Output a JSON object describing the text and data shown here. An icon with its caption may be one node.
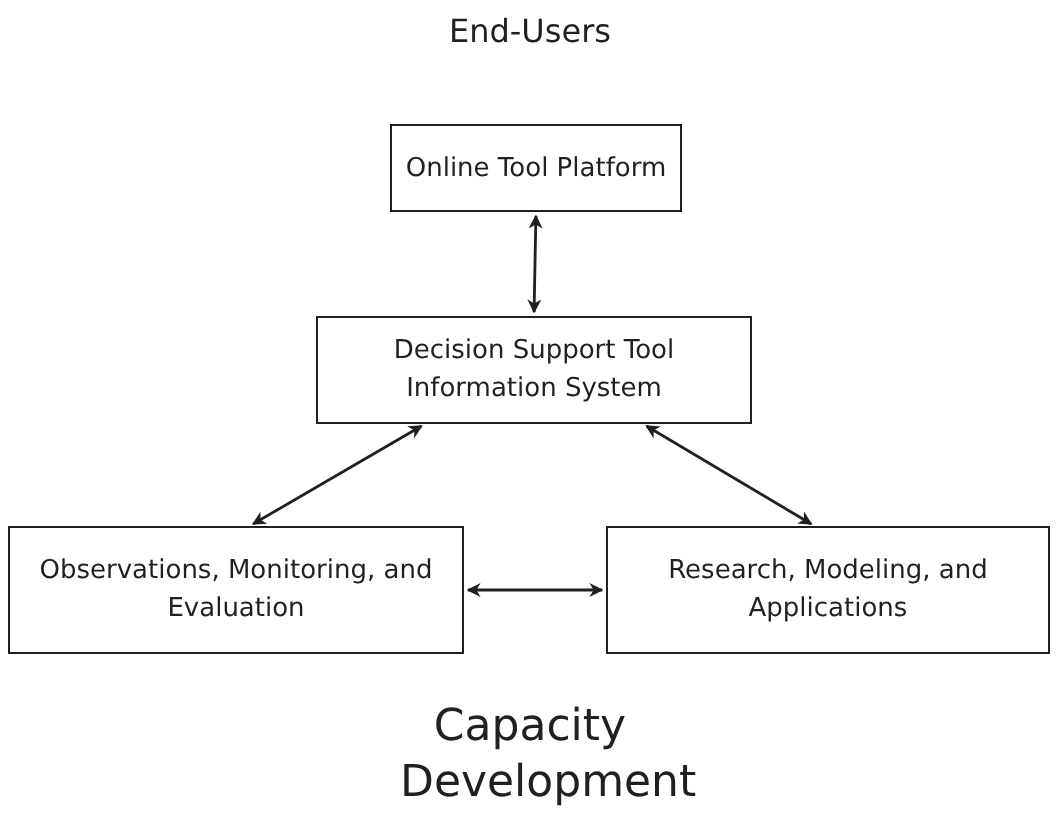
{
  "diagram": {
    "nodes": [
      {
        "text": [
          "Online Tool Platform"
        ]
      },
      {
        "text": [
          "Decision Support Tool Information System"
        ]
      },
      {
        "text": [
          "Observations, Monitoring, and Evaluation"
        ]
      },
      {
        "text": [
          "Research, Modeling, and Applications"
        ]
      }
    ],
    "edges": [
      {
        "from": 0,
        "to": 1,
        "arrow": "both"
      },
      {
        "from": 1,
        "to": 2,
        "arrow": "both"
      },
      {
        "from": 1,
        "to": 3,
        "arrow": "both"
      },
      {
        "from": 2,
        "to": 3,
        "arrow": "both"
      }
    ],
    "labels": [
      "End-Users",
      "Capacity Development"
    ]
  }
}
